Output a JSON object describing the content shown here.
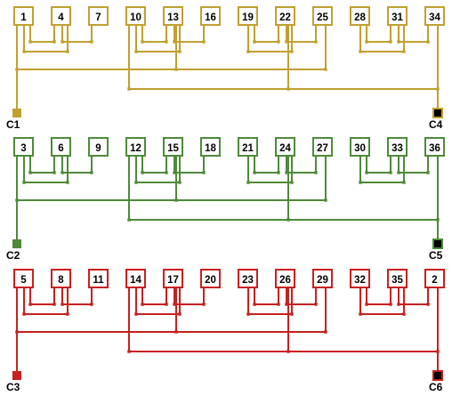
{
  "phases": [
    {
      "name": "phase-a",
      "color": "#c0a030",
      "slots": [
        "1",
        "4",
        "7",
        "10",
        "13",
        "16",
        "19",
        "22",
        "25",
        "28",
        "31",
        "34"
      ],
      "start_terminal": "C1",
      "end_terminal": "C4"
    },
    {
      "name": "phase-b",
      "color": "#4e8a3a",
      "slots": [
        "3",
        "6",
        "9",
        "12",
        "15",
        "18",
        "21",
        "24",
        "27",
        "30",
        "33",
        "36"
      ],
      "start_terminal": "C2",
      "end_terminal": "C5"
    },
    {
      "name": "phase-c",
      "color": "#c82020",
      "slots": [
        "5",
        "8",
        "11",
        "14",
        "17",
        "20",
        "23",
        "26",
        "29",
        "32",
        "35",
        "2"
      ],
      "start_terminal": "C3",
      "end_terminal": "C6"
    }
  ]
}
